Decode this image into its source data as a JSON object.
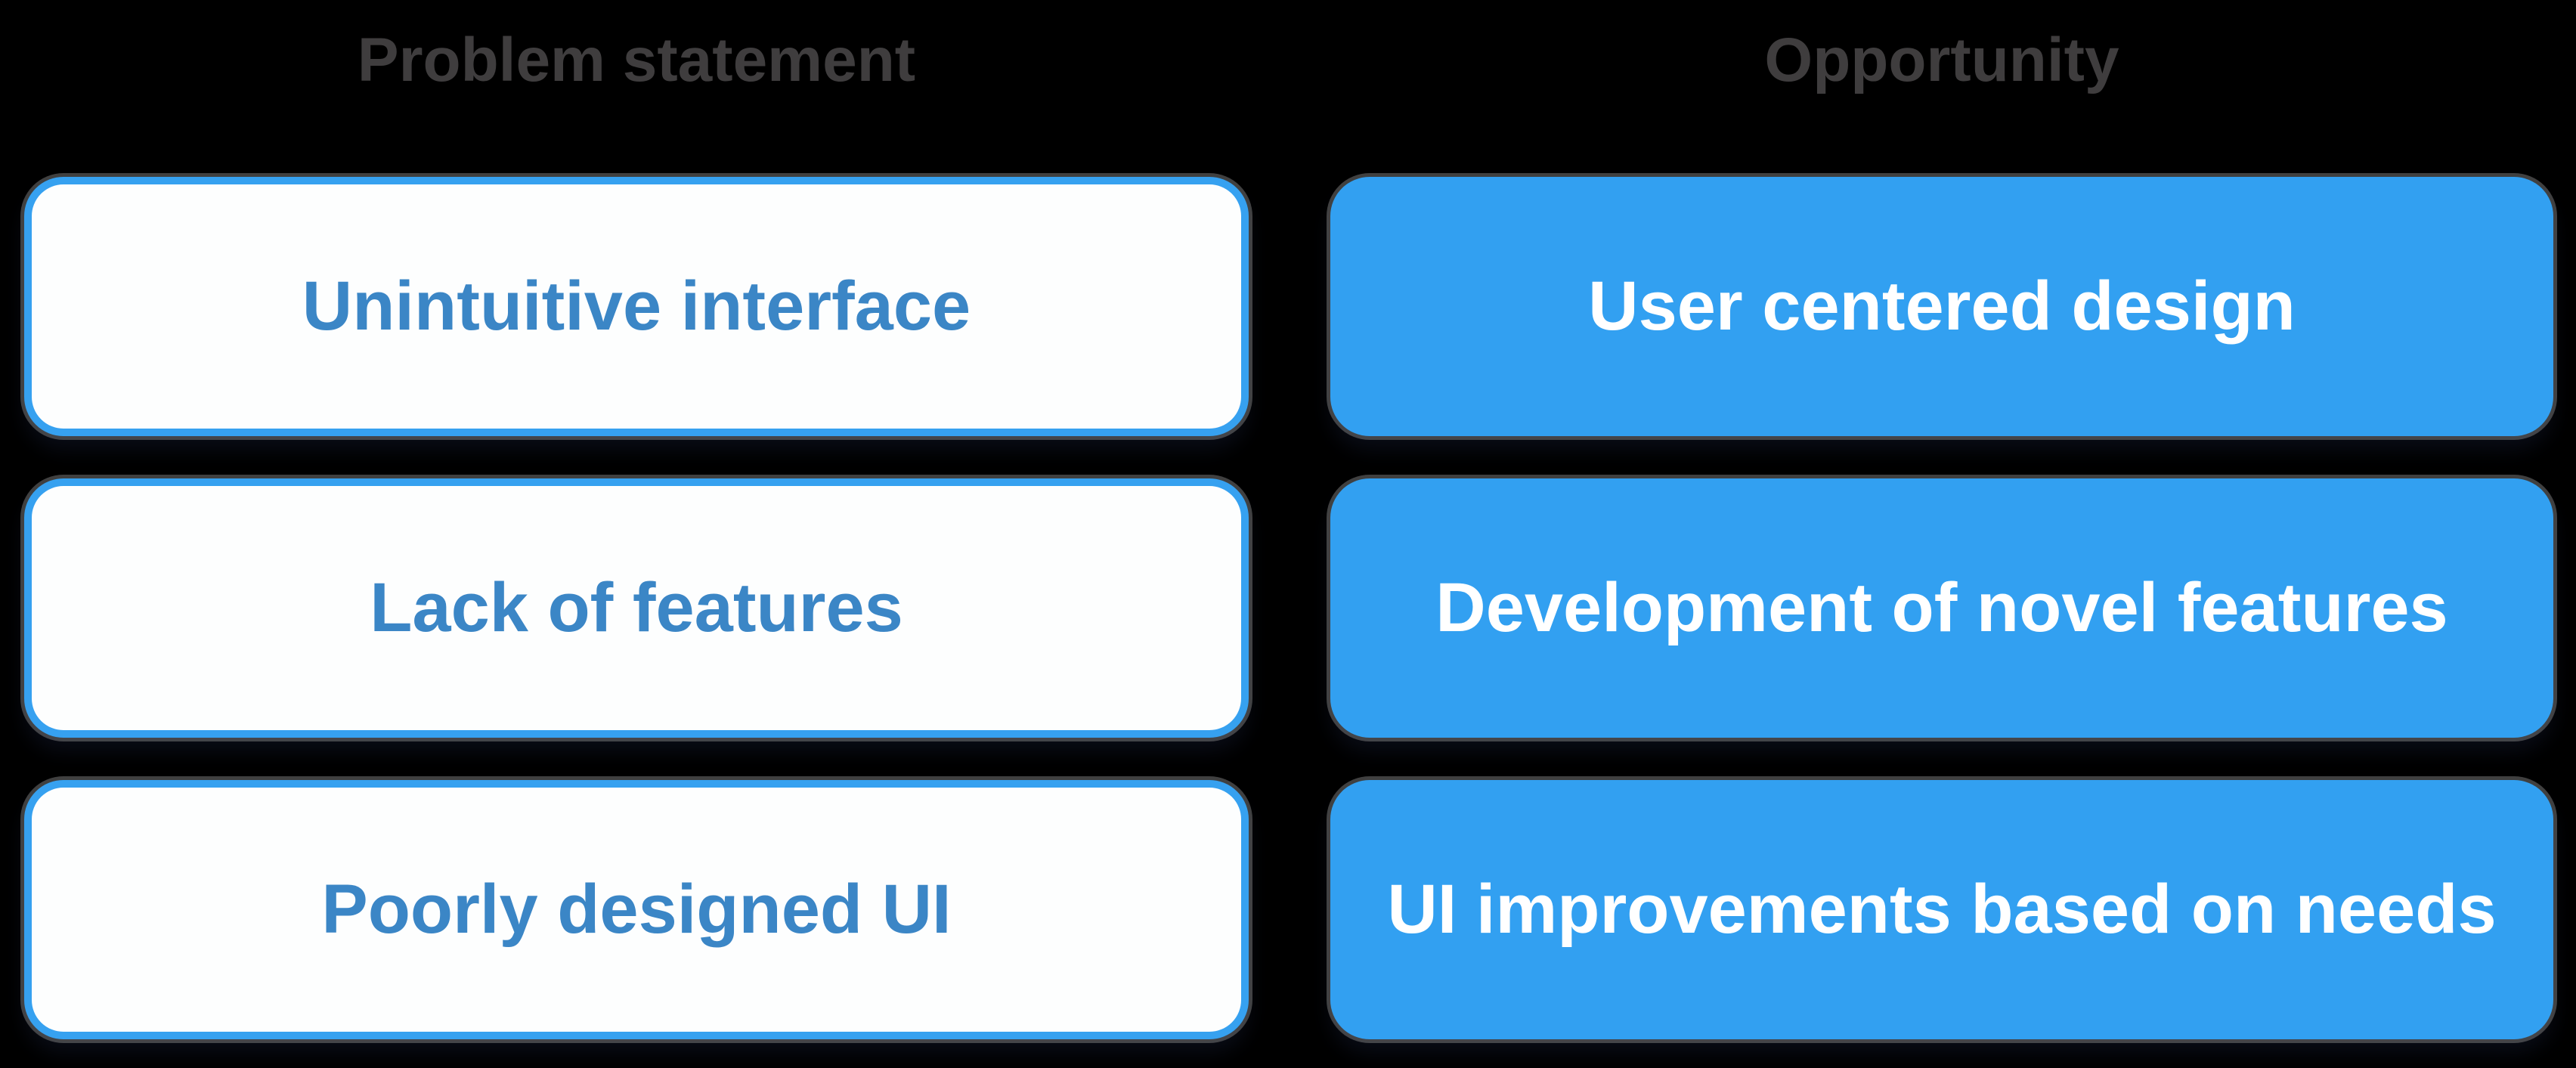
{
  "diagram": {
    "columns": [
      {
        "header": "Problem statement",
        "style": "outlined",
        "items": [
          {
            "label": "Unintuitive interface"
          },
          {
            "label": "Lack of features"
          },
          {
            "label": "Poorly designed UI"
          }
        ]
      },
      {
        "header": "Opportunity",
        "style": "filled",
        "items": [
          {
            "label": "User centered design"
          },
          {
            "label": "Development of novel features"
          },
          {
            "label": "UI improvements based on needs"
          }
        ]
      }
    ]
  },
  "colors": {
    "background": "#000000",
    "header_text": "#3F3D3E",
    "outline_blue": "#36A1F0",
    "fill_blue": "#32A0F1",
    "card_white": "#FDFEFE",
    "problem_text_blue": "#3B86C6",
    "opportunity_text": "#FFFFFF"
  }
}
